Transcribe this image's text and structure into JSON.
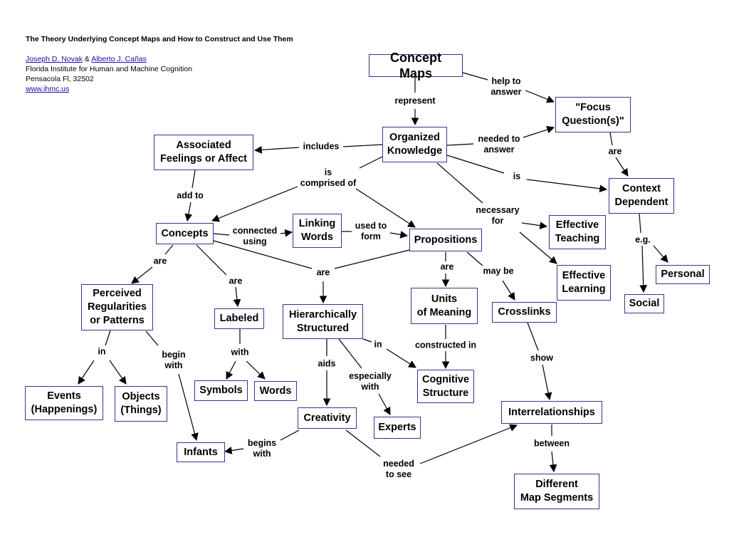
{
  "header": {
    "title": "The Theory Underlying Concept Maps and How to Construct and Use Them",
    "author1": "Joseph D. Novak",
    "amp": "&",
    "author2": "Alberto J. Cañas",
    "institute": "Florida Institute for Human and Machine Cognition",
    "address": "Pensacola Fl, 32502",
    "website": "www.ihmc.us"
  },
  "nodes": {
    "concept_maps": "Concept Maps",
    "focus_questions": "\"Focus\nQuestion(s)\"",
    "organized_knowledge": "Organized\nKnowledge",
    "associated_feelings": "Associated\nFeelings or Affect",
    "context_dependent": "Context\nDependent",
    "concepts": "Concepts",
    "linking_words": "Linking\nWords",
    "propositions": "Propositions",
    "effective_teaching": "Effective\nTeaching",
    "effective_learning": "Effective\nLearning",
    "personal": "Personal",
    "social": "Social",
    "perceived_regularities": "Perceived\nRegularities\nor Patterns",
    "labeled": "Labeled",
    "hierarchically_structured": "Hierarchically\nStructured",
    "units_of_meaning": "Units\nof Meaning",
    "crosslinks": "Crosslinks",
    "events": "Events\n(Happenings)",
    "objects": "Objects\n(Things)",
    "symbols": "Symbols",
    "words": "Words",
    "cognitive_structure": "Cognitive\nStructure",
    "creativity": "Creativity",
    "experts": "Experts",
    "interrelationships": "Interrelationships",
    "infants": "Infants",
    "different_map_segments": "Different\nMap Segments"
  },
  "links": {
    "represent": "represent",
    "help_to_answer": "help to\nanswer",
    "needed_to_answer": "needed to\nanswer",
    "includes": "includes",
    "are_1": "are",
    "is_1": "is",
    "is_comprised_of": "is\ncomprised of",
    "add_to": "add to",
    "necessary_for": "necessary\nfor",
    "eg": "e.g.",
    "connected_using": "connected\nusing",
    "used_to_form": "used to\nform",
    "are_2": "are",
    "are_3": "are",
    "are_4": "are",
    "are_5": "are",
    "may_be": "may be",
    "in_1": "in",
    "begin_with": "begin\nwith",
    "with": "with",
    "in_2": "in",
    "constructed_in": "constructed in",
    "show": "show",
    "aids": "aids",
    "especially_with": "especially\nwith",
    "begins_with": "begins\nwith",
    "needed_to_see": "needed\nto see",
    "between": "between"
  }
}
